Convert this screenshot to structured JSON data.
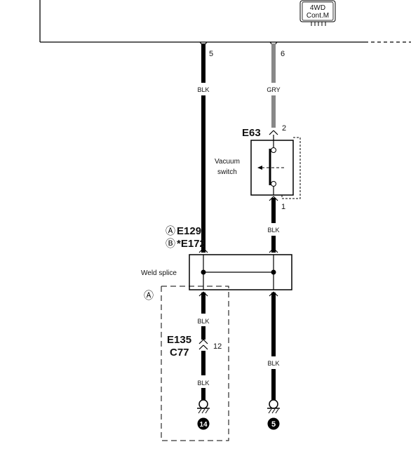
{
  "module": {
    "label_line1": "4WD",
    "label_line2": "Cont.M"
  },
  "wires": {
    "left": {
      "pin": "5",
      "color": "BLK"
    },
    "right": {
      "pin": "6",
      "color": "GRY"
    }
  },
  "vacuum_switch": {
    "connector": "E63",
    "pin_top": "2",
    "pin_bottom": "1",
    "label_line1": "Vacuum",
    "label_line2": "switch",
    "out_color": "BLK"
  },
  "weld_splice": {
    "label": "Weld splice",
    "connector_a": "E129",
    "connector_b": "*E172",
    "variant_a": "Ⓐ",
    "variant_b": "Ⓑ"
  },
  "lower_left": {
    "variant": "Ⓐ",
    "color_top": "BLK",
    "connector_line1": "E135",
    "connector_line2": "C77",
    "pin": "12",
    "color_bottom": "BLK",
    "ground": "14"
  },
  "lower_right": {
    "color": "BLK",
    "ground": "5"
  }
}
